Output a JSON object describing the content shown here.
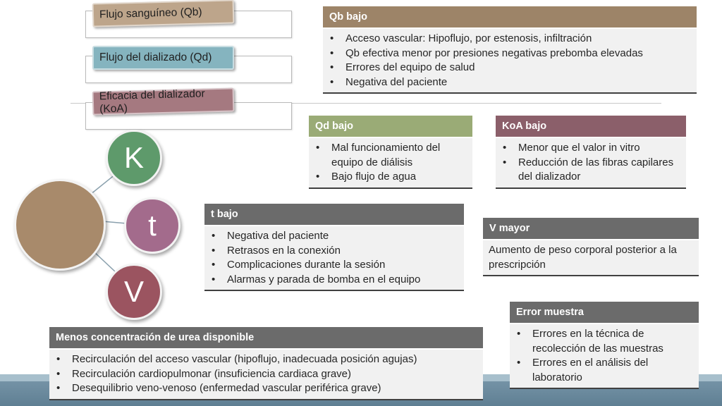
{
  "factors": {
    "qb": "Flujo sanguíneo (Qb)",
    "qd": "Flujo del dializado (Qd)",
    "koa": "Eficacia del dializador (KoA)"
  },
  "circles": {
    "k": "K",
    "t": "t",
    "v": "V"
  },
  "boxes": {
    "qb_bajo": {
      "title": "Qb bajo",
      "items": [
        "Acceso vascular: Hipoflujo, por estenosis, infiltración",
        "Qb efectiva menor por presiones negativas prebomba elevadas",
        "Errores del equipo de salud",
        "Negativa del paciente"
      ]
    },
    "qd_bajo": {
      "title": "Qd bajo",
      "items": [
        "Mal funcionamiento del equipo de diálisis",
        "Bajo flujo de agua"
      ]
    },
    "koa_bajo": {
      "title": "KoA bajo",
      "items": [
        "Menor que el valor in vitro",
        "Reducción de las fibras capilares del dializador"
      ]
    },
    "t_bajo": {
      "title": "t bajo",
      "items": [
        "Negativa del paciente",
        "Retrasos en la conexión",
        "Complicaciones durante la sesión",
        "Alarmas y parada de bomba en el equipo"
      ]
    },
    "v_mayor": {
      "title": "V mayor",
      "text": "Aumento de peso corporal posterior a la prescripción"
    },
    "error_muestra": {
      "title": "Error muestra",
      "items": [
        "Errores en la técnica de recolección de las muestras",
        "Errores en el análisis del laboratorio"
      ]
    },
    "urea": {
      "title": "Menos concentración de urea disponible",
      "items": [
        "Recirculación del acceso vascular (hipoflujo, inadecuada posición agujas)",
        "Recirculación cardiopulmonar (insuficiencia cardiaca grave)",
        "Desequilibrio veno-venoso (enfermedad vascular periférica grave)"
      ]
    }
  },
  "colors": {
    "qb_header": "#9d8468",
    "qd_header": "#9aab76",
    "koa_header": "#8b5f6a",
    "dark_header": "#6b6b6b",
    "circle_main": "#a88a6b",
    "circle_k": "#5e9a6b",
    "circle_t": "#a36b8c",
    "circle_v": "#9b5460",
    "tag_qb": "#bda58b",
    "tag_qd": "#85b4bf",
    "tag_koa": "#a57980"
  }
}
